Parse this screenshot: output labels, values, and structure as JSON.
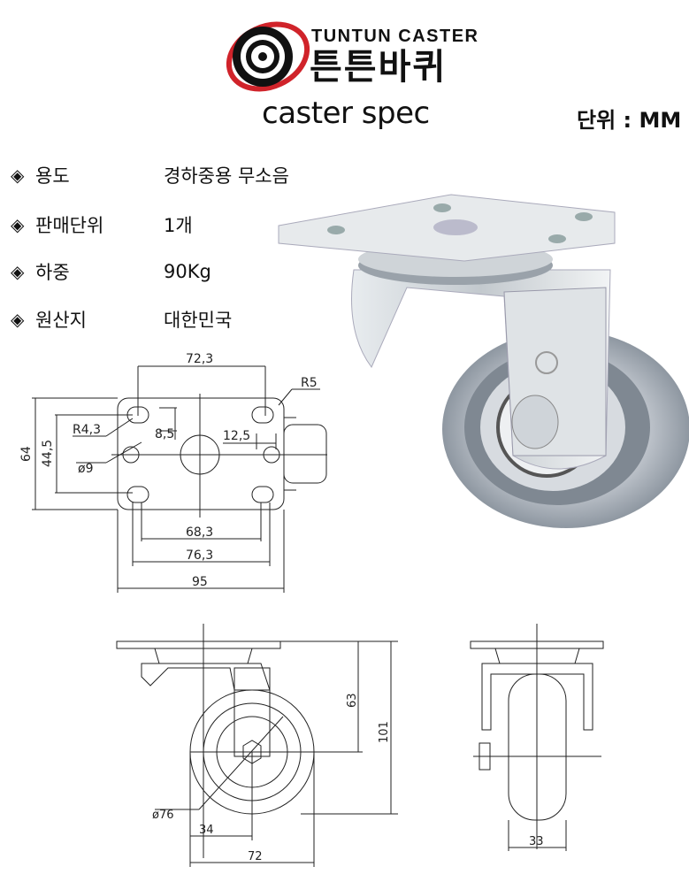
{
  "brand": {
    "name_en": "TUNTUN CASTER",
    "name_ko": "튼튼바퀴"
  },
  "header": {
    "title": "caster spec",
    "unit": "단위 : MM"
  },
  "specs": [
    {
      "bullet": "◈",
      "label": "용도",
      "value": "경하중용 무소음"
    },
    {
      "bullet": "◈",
      "label": "판매단위",
      "value": "1개"
    },
    {
      "bullet": "◈",
      "label": "하중",
      "value": "90Kg"
    },
    {
      "bullet": "◈",
      "label": "원산지",
      "value": "대한민국"
    }
  ],
  "top_drawing": {
    "dims": {
      "a": "72,3",
      "r5": "R5",
      "r43": "R4,3",
      "d85": "8,5",
      "d125": "12,5",
      "d64": "64",
      "d445": "44,5",
      "d9": "ø9",
      "d683": "68,3",
      "d763": "76,3",
      "d95": "95"
    }
  },
  "side_drawing": {
    "dims": {
      "d63": "63",
      "d101": "101",
      "d76": "ø76",
      "d34": "34",
      "d72": "72"
    }
  },
  "front_drawing": {
    "dims": {
      "d33": "33"
    }
  },
  "colors": {
    "brand_red": "#d0232a",
    "wheel_gray": "#9aa3ad"
  }
}
